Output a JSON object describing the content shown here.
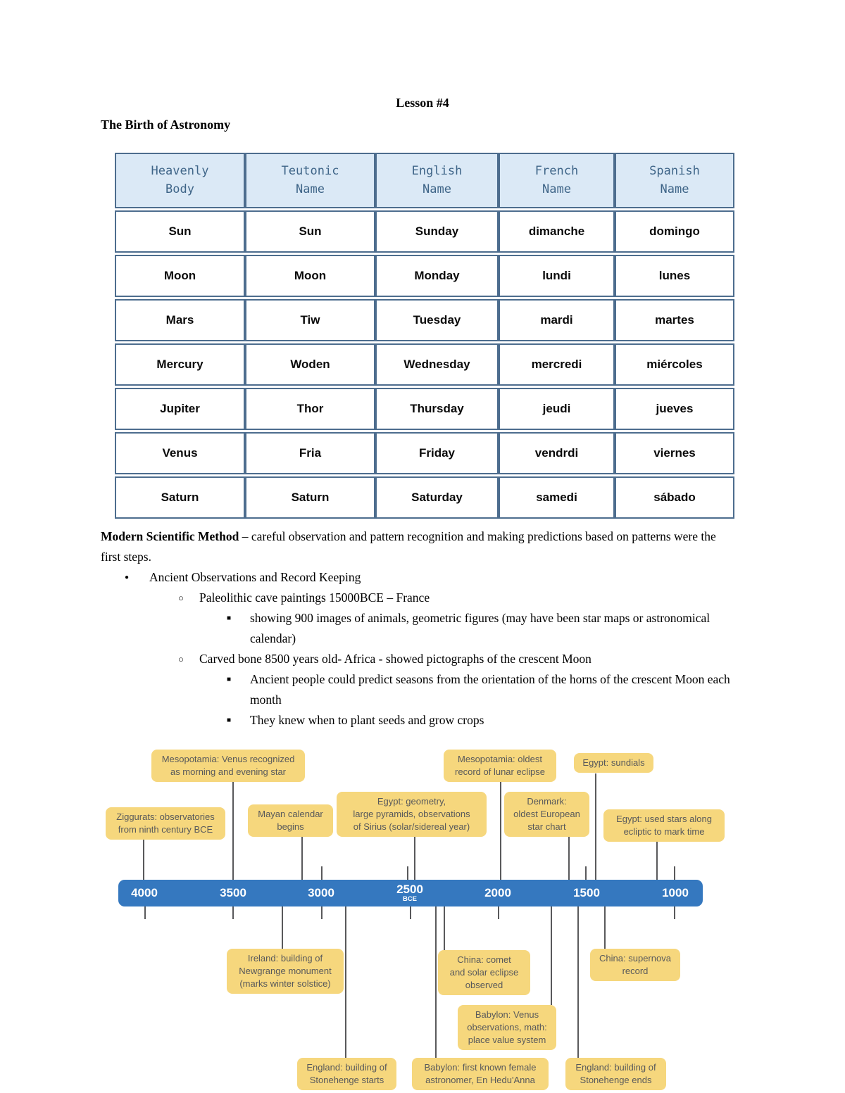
{
  "document": {
    "title": "Lesson #4",
    "subtitle": "The Birth of Astronomy"
  },
  "table": {
    "headers": [
      "Heavenly\nBody",
      "Teutonic\nName",
      "English\nName",
      "French\nName",
      "Spanish\nName"
    ],
    "rows": [
      [
        "Sun",
        "Sun",
        "Sunday",
        "dimanche",
        "domingo"
      ],
      [
        "Moon",
        "Moon",
        "Monday",
        "lundi",
        "lunes"
      ],
      [
        "Mars",
        "Tiw",
        "Tuesday",
        "mardi",
        "martes"
      ],
      [
        "Mercury",
        "Woden",
        "Wednesday",
        "mercredi",
        "miércoles"
      ],
      [
        "Jupiter",
        "Thor",
        "Thursday",
        "jeudi",
        "jueves"
      ],
      [
        "Venus",
        "Fria",
        "Friday",
        "vendrdi",
        "viernes"
      ],
      [
        "Saturn",
        "Saturn",
        "Saturday",
        "samedi",
        "sábado"
      ]
    ]
  },
  "section": {
    "lead_bold": "Modern Scientific Method",
    "lead_rest": " – careful observation and pattern recognition and making predictions based on patterns were the first steps.",
    "bullets": [
      {
        "level": 1,
        "text": "Ancient Observations and Record Keeping"
      },
      {
        "level": 2,
        "text": "Paleolithic cave paintings 15000BCE – France"
      },
      {
        "level": 3,
        "text": "showing 900 images of animals, geometric figures (may have been star maps or astronomical calendar)"
      },
      {
        "level": 2,
        "text": "Carved bone 8500 years old- Africa - showed pictographs of the crescent Moon"
      },
      {
        "level": 3,
        "text": "Ancient people could predict seasons from the orientation of the horns of the crescent Moon each month"
      },
      {
        "level": 3,
        "text": "They knew when to plant seeds and grow crops"
      }
    ]
  },
  "timeline": {
    "axis": {
      "ticks": [
        "4000",
        "3500",
        "3000",
        "2500",
        "2000",
        "1500",
        "1000"
      ],
      "era": "BCE"
    },
    "colors": {
      "bar": "#3578bf",
      "label_bg": "#f6d77d",
      "label_text": "#58595b",
      "connector": "#59595b"
    },
    "events_above": [
      {
        "label": "Ziggurats: observatories\nfrom ninth century BCE"
      },
      {
        "label": "Mesopotamia: Venus recognized\nas morning and evening star"
      },
      {
        "label": "Mayan calendar\nbegins"
      },
      {
        "label": "Egypt: geometry,\nlarge pyramids, observations\nof Sirius (solar/sidereal year)"
      },
      {
        "label": "Mesopotamia: oldest\nrecord of lunar eclipse"
      },
      {
        "label": "Denmark:\noldest European\nstar chart"
      },
      {
        "label": "Egypt: sundials"
      },
      {
        "label": "Egypt: used stars along\necliptic to mark time"
      }
    ],
    "events_below": [
      {
        "label": "Ireland: building of\nNewgrange monument\n(marks winter solstice)"
      },
      {
        "label": "China: comet\nand solar eclipse\nobserved"
      },
      {
        "label": "China: supernova\nrecord"
      },
      {
        "label": "Babylon: Venus\nobservations, math:\nplace value system"
      },
      {
        "label": "England: building of\nStonehenge starts"
      },
      {
        "label": "Babylon: first known female\nastronomer, En Hedu'Anna"
      },
      {
        "label": "England: building of\nStonehenge ends"
      }
    ]
  }
}
